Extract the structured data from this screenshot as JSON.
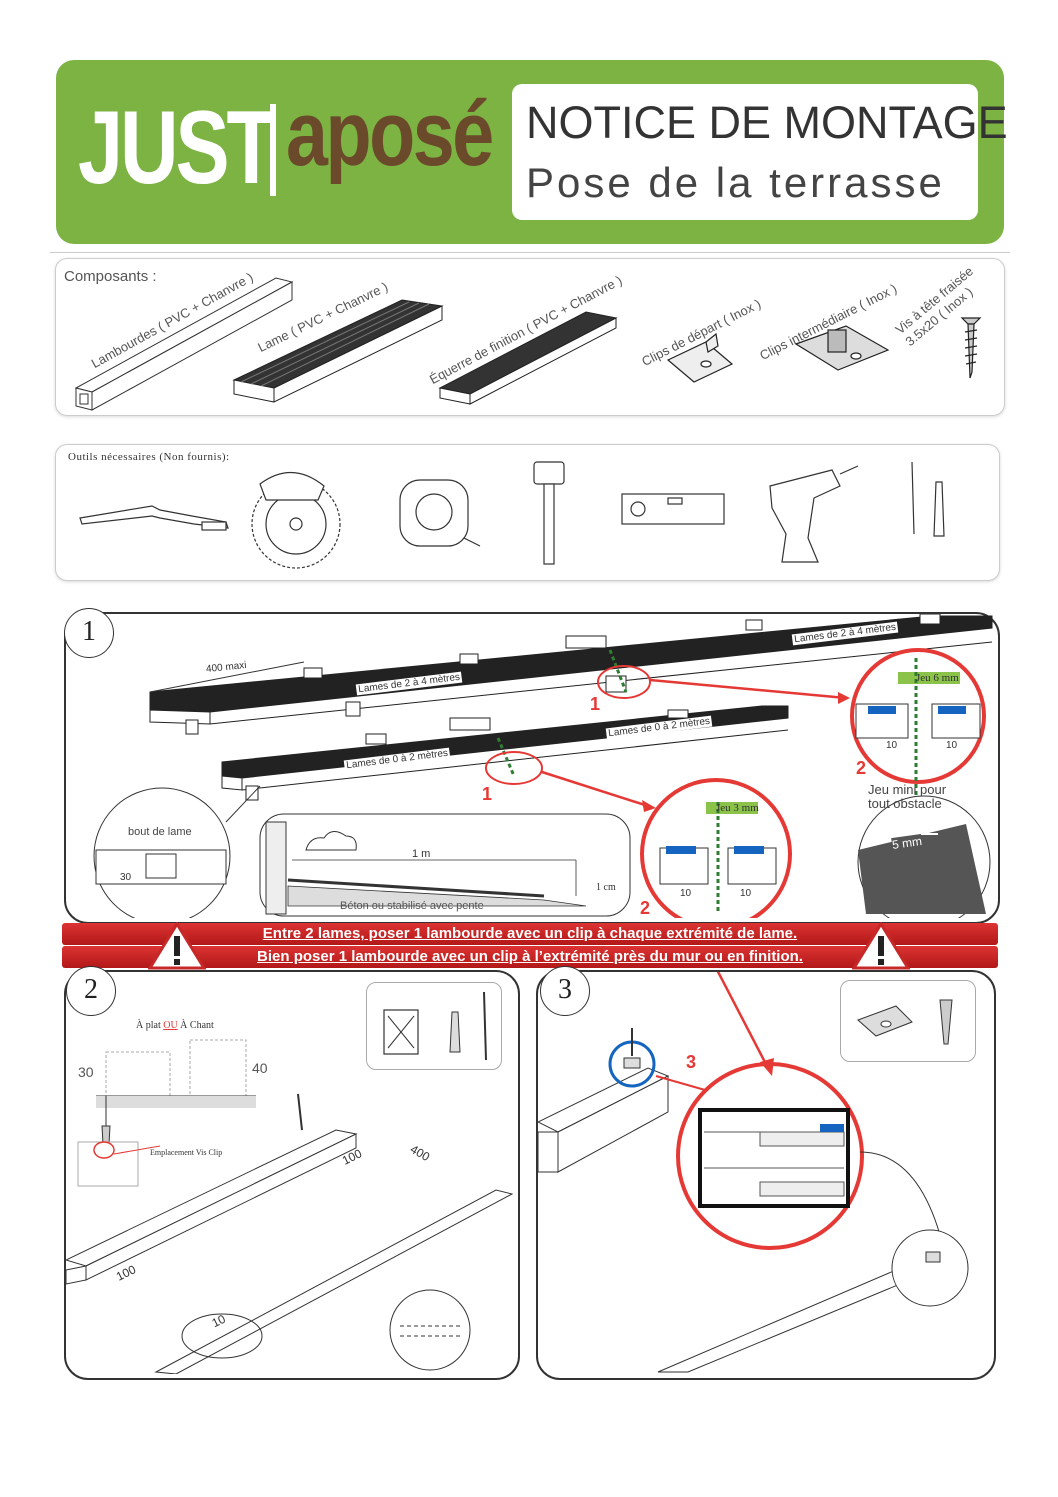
{
  "header": {
    "logo_just": "JUST",
    "logo_apose": "aposé",
    "title_line1": "NOTICE DE MONTAGE",
    "title_line2": "Pose de la terrasse"
  },
  "components": {
    "title": "Composants :",
    "items": [
      {
        "label": "Lambourdes ( PVC + Chanvre )"
      },
      {
        "label": "Lame ( PVC + Chanvre )"
      },
      {
        "label": "Équerre de finition ( PVC + Chanvre )"
      },
      {
        "label": "Clips de départ ( Inox )"
      },
      {
        "label": "Clips intermédiaire ( Inox )"
      },
      {
        "label": "Vis à tête fraisée"
      },
      {
        "label": "3.5x20 ( Inox )"
      }
    ]
  },
  "tools": {
    "title": "Outils nécessaires (Non fournis):"
  },
  "step1": {
    "number": "1",
    "label_400": "400 maxi",
    "lame_24_a": "Lames de 2 à 4 mètres",
    "lame_24_b": "Lames de 2 à 4 mètres",
    "lame_02_a": "Lames de 0 à 2 mètres",
    "lame_02_b": "Lames de 0 à 2 mètres",
    "callout1_a": "1",
    "callout1_b": "1",
    "callout2_a": "2",
    "callout2_b": "2",
    "jeu6": "Jeu 6 mm",
    "jeu3": "Jeu 3 mm",
    "dim10": "10",
    "jeu_mini_1": "Jeu mini pour",
    "jeu_mini_2": "tout obstacle",
    "five_mm": "5 mm",
    "bout_de_lame": "bout de lame",
    "dim30": "30",
    "one_m": "1 m",
    "one_cm": "1 cm",
    "beton": "Béton ou stabilisé avec pente"
  },
  "warnings": {
    "line1": "Entre 2 lames, poser 1 lambourde avec un clip à chaque extrémité de lame.",
    "line2": "Bien poser 1 lambourde avec un clip à l’extrémité près du mur ou en finition."
  },
  "step2": {
    "number": "2",
    "aplat": "À plat",
    "ou": "OU",
    "achant": "À Chant",
    "dim30": "30",
    "dim40": "40",
    "emplacement": "Emplacement Vis Clip",
    "dim100": "100",
    "dim400": "400",
    "dim10": "10"
  },
  "step3": {
    "number": "3",
    "callout3": "3"
  },
  "colors": {
    "brand_green": "#7cb342",
    "brand_brown": "#6b4a2b",
    "warning_red": "#c62828",
    "callout_red": "#e53935",
    "clip_blue": "#1565c0"
  }
}
